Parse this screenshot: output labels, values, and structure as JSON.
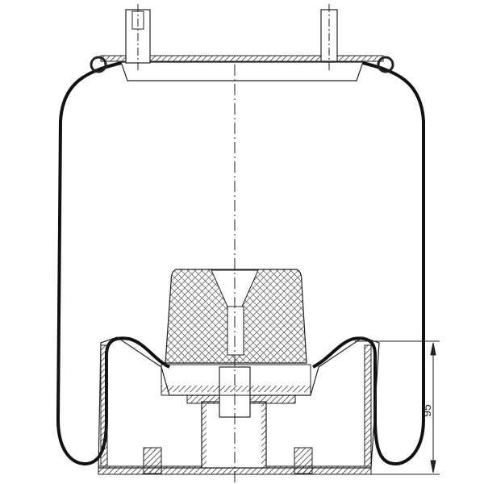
{
  "diagram": {
    "type": "technical cross-section drawing",
    "subject": "air spring with piston and top bead plate",
    "dimension": {
      "label": "95",
      "orientation": "vertical",
      "measures": "piston height"
    },
    "colors": {
      "line": "#222222",
      "background": "#ffffff"
    }
  }
}
